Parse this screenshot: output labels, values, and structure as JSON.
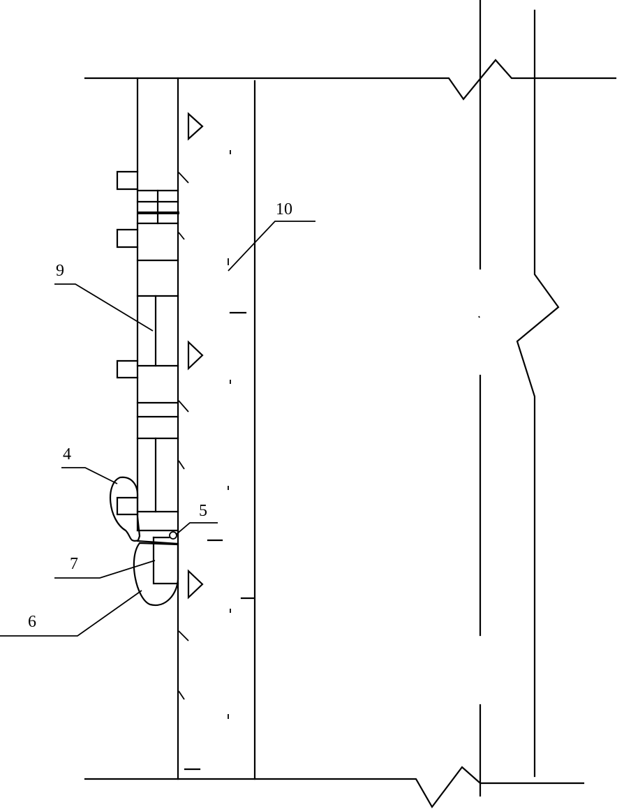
{
  "diagram": {
    "callouts": [
      {
        "id": "callout-10",
        "label": "10"
      },
      {
        "id": "callout-9",
        "label": "9"
      },
      {
        "id": "callout-4",
        "label": "4"
      },
      {
        "id": "callout-5",
        "label": "5"
      },
      {
        "id": "callout-7",
        "label": "7"
      },
      {
        "id": "callout-6",
        "label": "6"
      }
    ]
  }
}
